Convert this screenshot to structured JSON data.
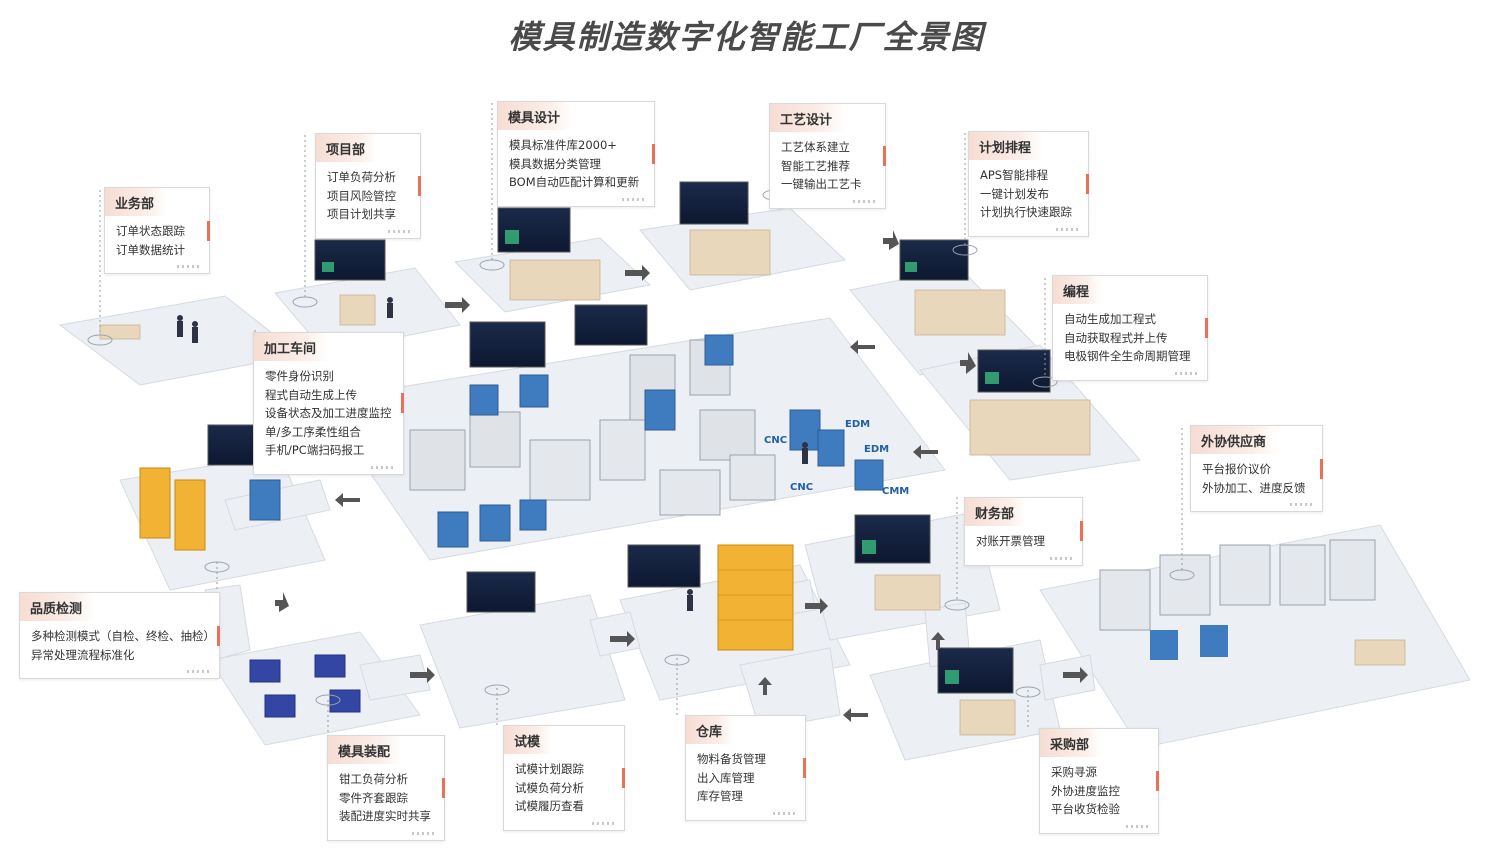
{
  "title": "模具制造数字化智能工厂全景图",
  "colors": {
    "accent": "#e8715a",
    "platform": "#eceff3",
    "card_header": "#f6ddd3",
    "machine_blue": "#3f7bbf",
    "rack_yellow": "#f2b233"
  },
  "machine_labels": [
    "CNC",
    "EDM",
    "EDM",
    "CNC",
    "CMM"
  ],
  "cards": [
    {
      "id": "yewu",
      "header": "业务部",
      "items": [
        "订单状态跟踪",
        "订单数据统计"
      ]
    },
    {
      "id": "xiangmu",
      "header": "项目部",
      "items": [
        "订单负荷分析",
        "项目风险管控",
        "项目计划共享"
      ]
    },
    {
      "id": "sheji",
      "header": "模具设计",
      "items": [
        "模具标准件库2000+",
        "模具数据分类管理",
        "BOM自动匹配计算和更新"
      ]
    },
    {
      "id": "gongyi",
      "header": "工艺设计",
      "items": [
        "工艺体系建立",
        "智能工艺推荐",
        "一键输出工艺卡"
      ]
    },
    {
      "id": "jihua",
      "header": "计划排程",
      "items": [
        "APS智能排程",
        "一键计划发布",
        "计划执行快速跟踪"
      ]
    },
    {
      "id": "biancheng",
      "header": "编程",
      "items": [
        "自动生成加工程式",
        "自动获取程式并上传",
        "电极钢件全生命周期管理"
      ]
    },
    {
      "id": "jiagong",
      "header": "加工车间",
      "items": [
        "零件身份识别",
        "程式自动生成上传",
        "设备状态及加工进度监控",
        "单/多工序柔性组合",
        "手机/PC端扫码报工"
      ]
    },
    {
      "id": "waixie",
      "header": "外协供应商",
      "items": [
        "平台报价议价",
        "外协加工、进度反馈"
      ]
    },
    {
      "id": "caiwu",
      "header": "财务部",
      "items": [
        "对账开票管理"
      ]
    },
    {
      "id": "zhijian",
      "header": "品质检测",
      "items": [
        "多种检测模式（自检、终检、抽检）",
        "异常处理流程标准化"
      ]
    },
    {
      "id": "zhuangpei",
      "header": "模具装配",
      "items": [
        "钳工负荷分析",
        "零件齐套跟踪",
        "装配进度实时共享"
      ]
    },
    {
      "id": "shimo",
      "header": "试模",
      "items": [
        "试模计划跟踪",
        "试模负荷分析",
        "试模履历查看"
      ]
    },
    {
      "id": "cangku",
      "header": "仓库",
      "items": [
        "物料备货管理",
        "出入库管理",
        "库存管理"
      ]
    },
    {
      "id": "caigou",
      "header": "采购部",
      "items": [
        "采购寻源",
        "外协进度监控",
        "平台收货检验"
      ]
    }
  ]
}
